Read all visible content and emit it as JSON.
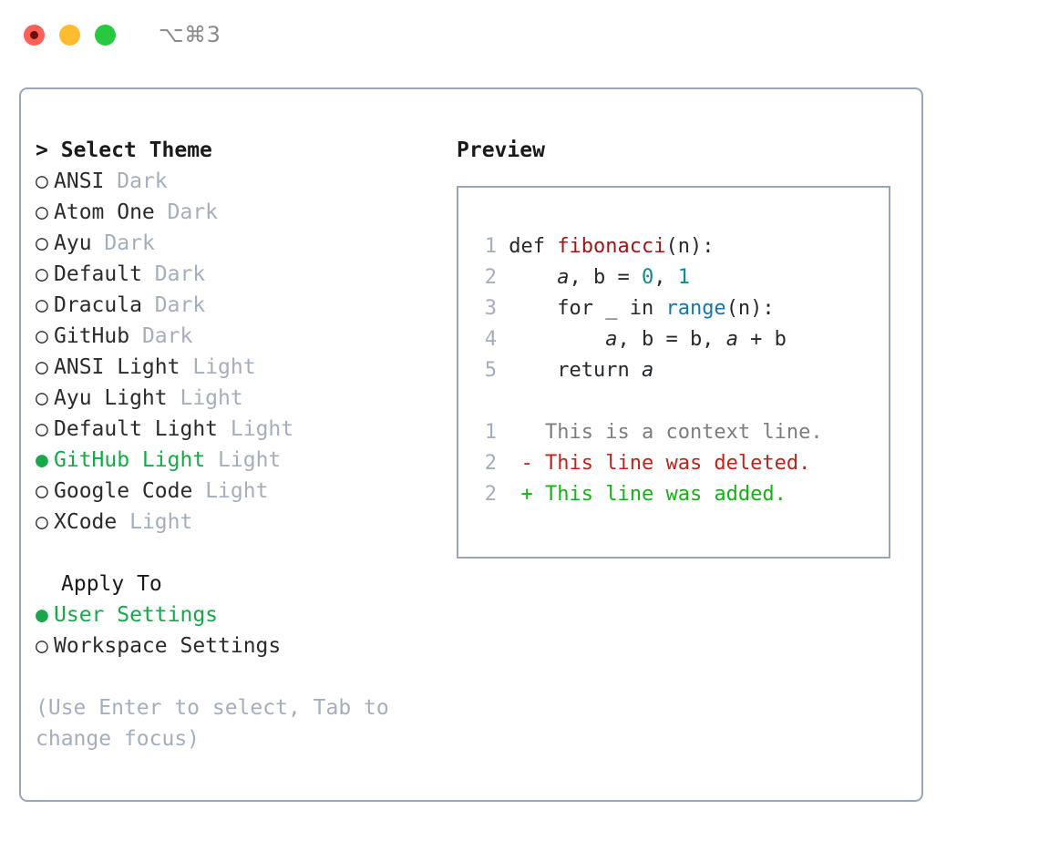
{
  "titlebar": {
    "shortcut": "⌥⌘3",
    "lights": [
      {
        "name": "close",
        "color": "#ff5f57"
      },
      {
        "name": "minimize",
        "color": "#febc2e"
      },
      {
        "name": "maximize",
        "color": "#28c840"
      }
    ]
  },
  "theme_picker": {
    "caret": ">",
    "title": "Select Theme",
    "bullet_unselected": "○",
    "bullet_selected": "●",
    "selected_color": "#17a84a",
    "items": [
      {
        "bullet": "○",
        "label": "ANSI",
        "tag": "Dark",
        "selected": false
      },
      {
        "bullet": "○",
        "label": "Atom One",
        "tag": "Dark",
        "selected": false
      },
      {
        "bullet": "○",
        "label": "Ayu",
        "tag": "Dark",
        "selected": false
      },
      {
        "bullet": "○",
        "label": "Default",
        "tag": "Dark",
        "selected": false
      },
      {
        "bullet": "○",
        "label": "Dracula",
        "tag": "Dark",
        "selected": false
      },
      {
        "bullet": "○",
        "label": "GitHub",
        "tag": "Dark",
        "selected": false
      },
      {
        "bullet": "○",
        "label": "ANSI Light",
        "tag": "Light",
        "selected": false
      },
      {
        "bullet": "○",
        "label": "Ayu Light",
        "tag": "Light",
        "selected": false
      },
      {
        "bullet": "○",
        "label": "Default Light",
        "tag": "Light",
        "selected": false
      },
      {
        "bullet": "●",
        "label": "GitHub Light",
        "tag": "Light",
        "selected": true
      },
      {
        "bullet": "○",
        "label": "Google Code",
        "tag": "Light",
        "selected": false
      },
      {
        "bullet": "○",
        "label": "XCode",
        "tag": "Light",
        "selected": false
      }
    ]
  },
  "apply_to": {
    "title": "Apply To",
    "options": [
      {
        "bullet": "●",
        "label": "User Settings",
        "selected": true
      },
      {
        "bullet": "○",
        "label": "Workspace Settings",
        "selected": false
      }
    ]
  },
  "hint": "(Use Enter to select, Tab to change focus)",
  "preview": {
    "title": "Preview",
    "code": [
      {
        "num": "1",
        "indent": "",
        "tokens": [
          {
            "text": "def ",
            "kind": "plain"
          },
          {
            "text": "fibonacci",
            "kind": "fn"
          },
          {
            "text": "(n):",
            "kind": "plain"
          }
        ]
      },
      {
        "num": "2",
        "indent": "    ",
        "tokens": [
          {
            "text": "a",
            "kind": "var"
          },
          {
            "text": ", b = ",
            "kind": "plain"
          },
          {
            "text": "0",
            "kind": "num"
          },
          {
            "text": ", ",
            "kind": "plain"
          },
          {
            "text": "1",
            "kind": "num"
          }
        ]
      },
      {
        "num": "3",
        "indent": "    ",
        "tokens": [
          {
            "text": "for _ in ",
            "kind": "plain"
          },
          {
            "text": "range",
            "kind": "bi"
          },
          {
            "text": "(n):",
            "kind": "plain"
          }
        ]
      },
      {
        "num": "4",
        "indent": "        ",
        "tokens": [
          {
            "text": "a",
            "kind": "var"
          },
          {
            "text": ", b = b, ",
            "kind": "plain"
          },
          {
            "text": "a",
            "kind": "var"
          },
          {
            "text": " + b",
            "kind": "plain"
          }
        ]
      },
      {
        "num": "5",
        "indent": "    ",
        "tokens": [
          {
            "text": "return ",
            "kind": "plain"
          },
          {
            "text": "a",
            "kind": "var"
          }
        ]
      }
    ],
    "diff": [
      {
        "num": "1",
        "marker": " ",
        "text": "This is a context line.",
        "kind": "context"
      },
      {
        "num": "2",
        "marker": "-",
        "text": "This line was deleted.",
        "kind": "deleted"
      },
      {
        "num": "2",
        "marker": "+",
        "text": "This line was added.",
        "kind": "added"
      }
    ]
  }
}
